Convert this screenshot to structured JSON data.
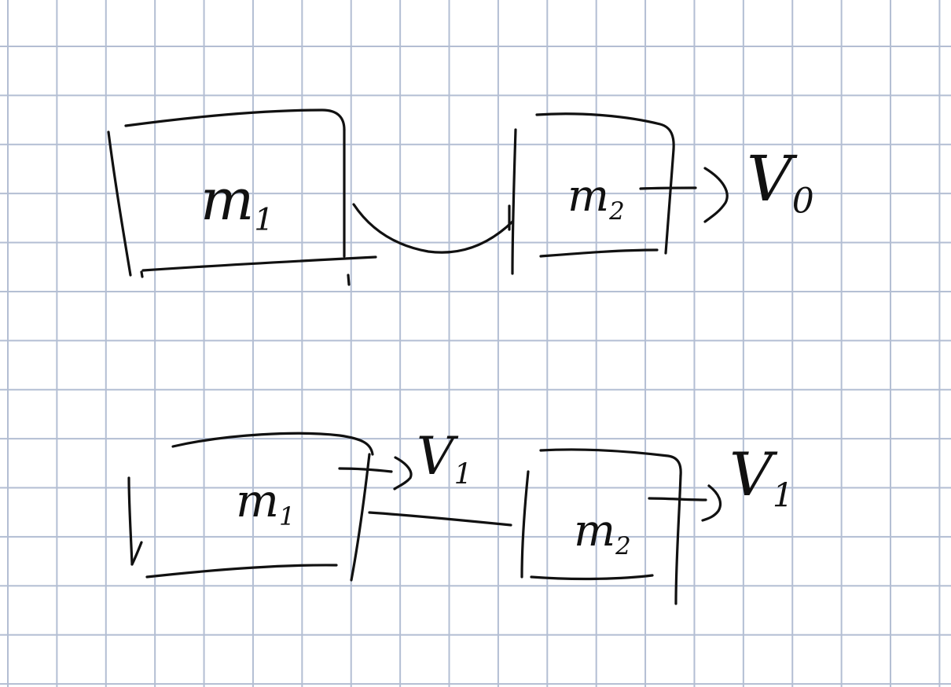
{
  "colors": {
    "ink": "#111111",
    "grid": "#b3bed3",
    "paper": "#ffffff"
  },
  "diagram": {
    "before": {
      "block_left": {
        "name": "m",
        "sub": "1"
      },
      "block_right": {
        "name": "m",
        "sub": "2"
      },
      "velocity": {
        "name": "V",
        "sub": "0"
      }
    },
    "after": {
      "block_left": {
        "name": "m",
        "sub": "1"
      },
      "velocity_left": {
        "name": "V",
        "sub": "1"
      },
      "block_right": {
        "name": "m",
        "sub": "2"
      },
      "velocity_right": {
        "name": "V",
        "sub": "1"
      }
    }
  }
}
